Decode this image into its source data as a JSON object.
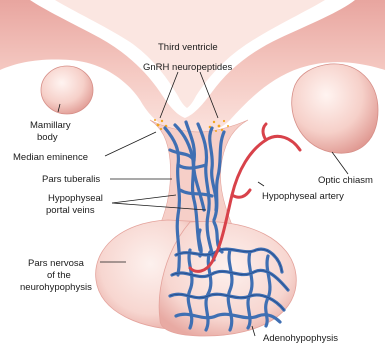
{
  "labels": {
    "third_ventricle": "Third ventricle",
    "gnrh": "GnRH neuropeptides",
    "mamillary_1": "Mamillary",
    "mamillary_2": "body",
    "median_eminence": "Median eminence",
    "pars_tuberalis": "Pars tuberalis",
    "portal_1": "Hypophyseal",
    "portal_2": "portal veins",
    "optic_chiasm": "Optic chiasm",
    "hyp_artery": "Hypophyseal artery",
    "nervosa_1": "Pars nervosa",
    "nervosa_2": "of the",
    "nervosa_3": "neurohypophysis",
    "adeno": "Adenohypophysis"
  },
  "colors": {
    "tissue": "#f4c7c0",
    "tissue_light": "#fbe6e1",
    "tissue_dark": "#d98b86",
    "vein": "#3f6fb3",
    "vein_dark": "#1d3f7a",
    "artery": "#d8424a",
    "granule": "#f2a61e"
  }
}
